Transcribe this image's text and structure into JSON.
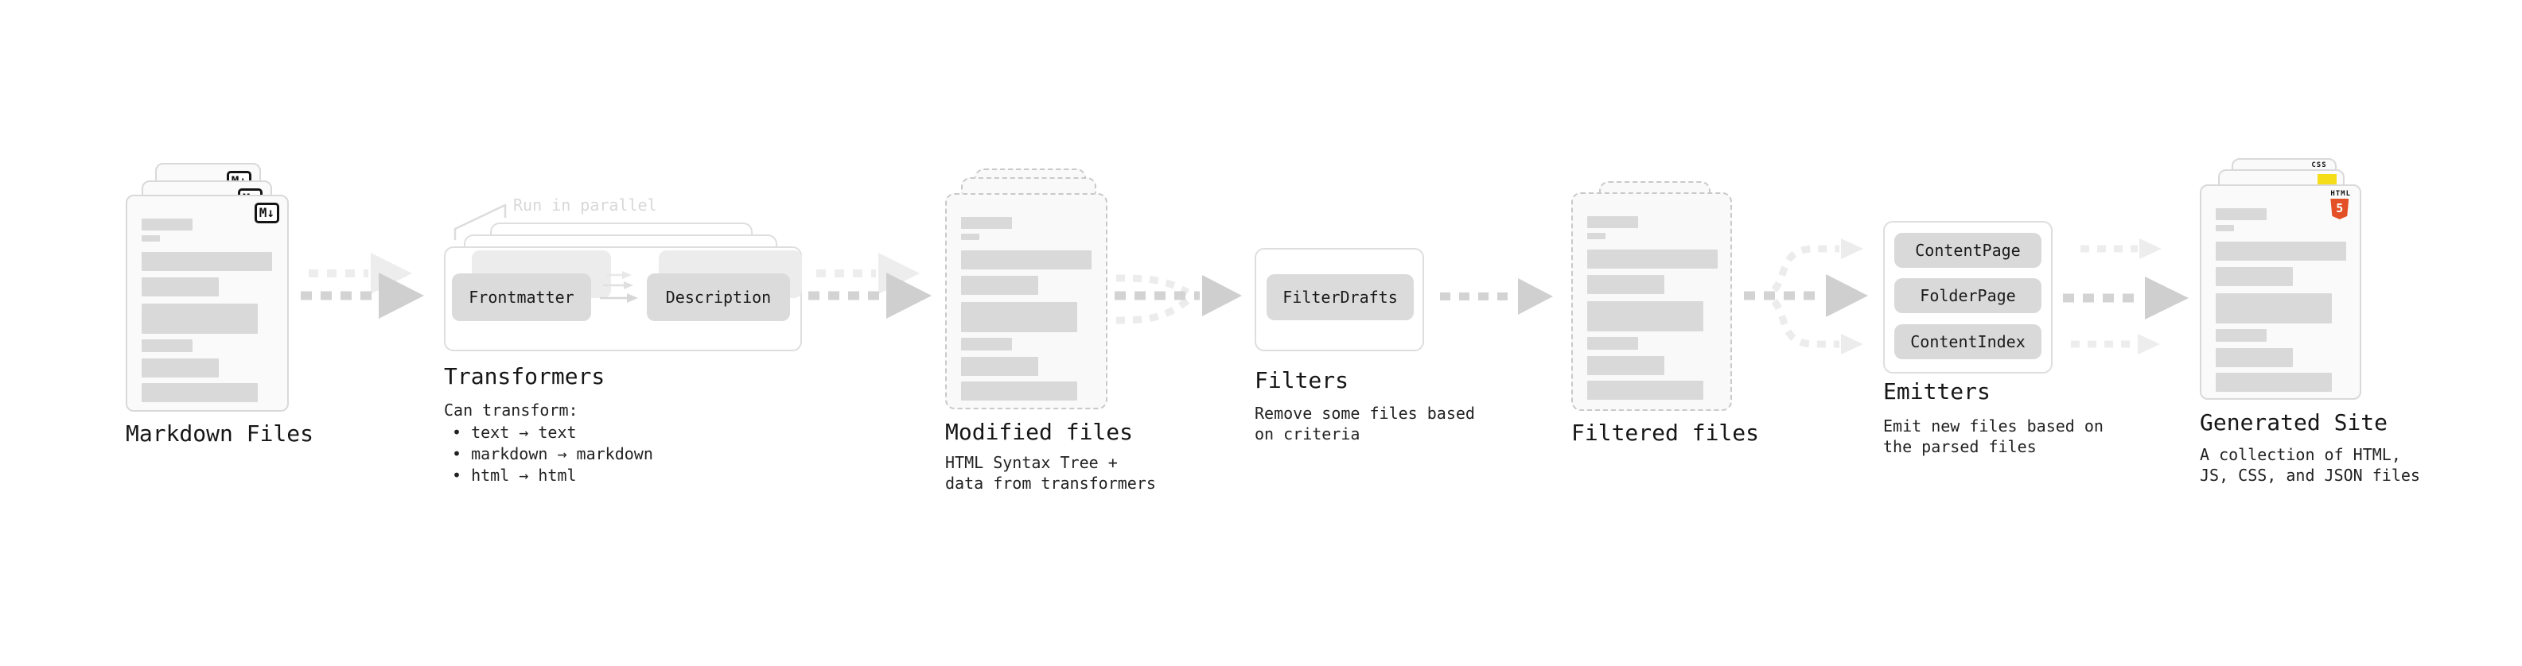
{
  "markdown_files": {
    "label": "Markdown Files",
    "badge": "M↓"
  },
  "transformers": {
    "annotation": "Run in parallel",
    "pills": [
      "Frontmatter",
      "Description"
    ],
    "title": "Transformers",
    "subtitle_heading": "Can transform:",
    "bullets": [
      "• text → text",
      "• markdown → markdown",
      "• html → html"
    ]
  },
  "modified_files": {
    "title": "Modified files",
    "subtitle_lines": [
      "HTML Syntax Tree +",
      "data from transformers"
    ]
  },
  "filters": {
    "title": "Filters",
    "pill": "FilterDrafts",
    "subtitle_lines": [
      "Remove some files based",
      "on criteria"
    ]
  },
  "filtered_files": {
    "title": "Filtered files"
  },
  "emitters": {
    "title": "Emitters",
    "pills": [
      "ContentPage",
      "FolderPage",
      "ContentIndex"
    ],
    "subtitle_lines": [
      "Emit new files based on",
      "the parsed files"
    ]
  },
  "generated_site": {
    "title": "Generated Site",
    "subtitle_lines": [
      "A collection of HTML,",
      "JS, CSS, and JSON files"
    ],
    "badges": {
      "css": "CSS",
      "html": "HTML",
      "html_number": "5"
    }
  },
  "colors": {
    "html5_orange": "#e34f26",
    "css_blue": "#2965f1",
    "js_yellow": "#f5de19",
    "bar_gray": "#d9d9d9",
    "arrow_gray": "#d2d2d2",
    "arrow_light": "#ececec"
  },
  "doc_bars": [
    {
      "w": 64,
      "h": 15,
      "mt": 28
    },
    {
      "w": 23,
      "h": 8,
      "mt": 6
    },
    {
      "w": 164,
      "h": 24,
      "mt": 13
    },
    {
      "w": 97,
      "h": 24,
      "mt": 8
    },
    {
      "w": 146,
      "h": 38,
      "mt": 9
    },
    {
      "w": 64,
      "h": 16,
      "mt": 7
    },
    {
      "w": 97,
      "h": 24,
      "mt": 8
    },
    {
      "w": 146,
      "h": 24,
      "mt": 7
    }
  ]
}
